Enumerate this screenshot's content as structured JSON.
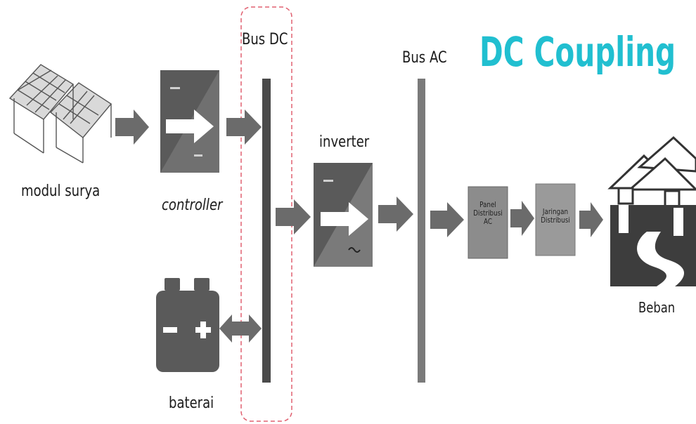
{
  "title": "DC Coupling",
  "labels": {
    "solar": "modul surya",
    "controller": "controller",
    "battery": "baterai",
    "bus_dc": "Bus DC",
    "bus_ac": "Bus AC",
    "inverter": "inverter",
    "panel": [
      "Panel",
      "Distribusi",
      "AC"
    ],
    "network": [
      "Jaringan",
      "Distribusi"
    ],
    "load": "Beban"
  },
  "colors": {
    "title": "#21bfd0",
    "arrow": "#6b6b6b",
    "bus": "#4a4a4a",
    "box": "#8c8c8c",
    "dashed_outline": "#e06070"
  },
  "icons": [
    "solar-panel-icon",
    "controller-icon",
    "battery-icon",
    "inverter-icon",
    "houses-icon"
  ]
}
